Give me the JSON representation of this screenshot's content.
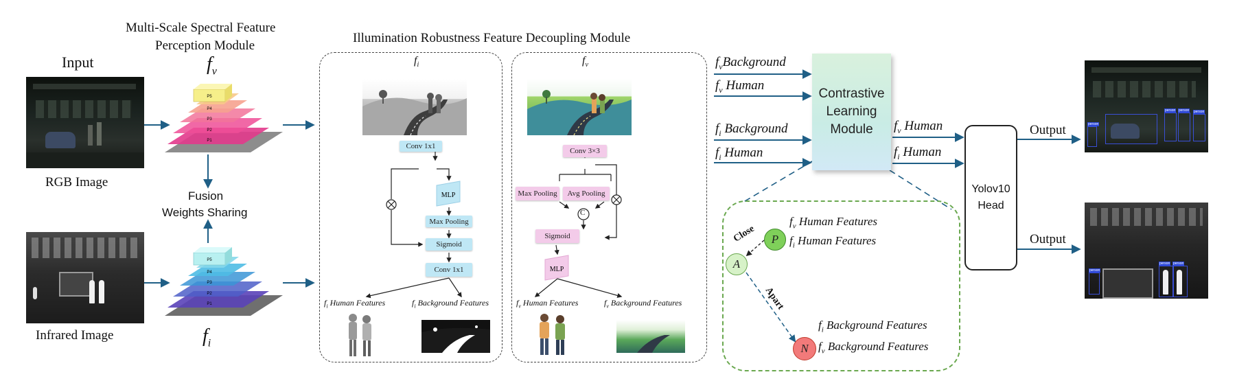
{
  "left": {
    "input_label": "Input",
    "rgb_label": "RGB Image",
    "ir_label": "Infrared Image",
    "module_title_line1": "Multi-Scale Spectral Feature",
    "module_title_line2": "Perception Module",
    "fv_label": "f",
    "fv_sub": "v",
    "fi_label": "f",
    "fi_sub": "i",
    "fusion_line1": "Fusion",
    "fusion_line2": "Weights Sharing",
    "pyramid_levels": [
      "P5",
      "P4",
      "P3",
      "P2",
      "P1"
    ]
  },
  "middle": {
    "title": "Illumination Robustness Feature Decoupling Module",
    "left_panel": {
      "head_label": "f",
      "head_sub": "i",
      "conv_top": "Conv 1x1",
      "mlp": "MLP",
      "max_pool": "Max Pooling",
      "sigmoid": "Sigmoid",
      "conv_bottom": "Conv 1x1",
      "out_human": "Human Features",
      "out_background": "Background Features",
      "out_human_prefix": "f",
      "out_human_sub": "i",
      "out_bg_prefix": "f",
      "out_bg_sub": "i"
    },
    "right_panel": {
      "head_label": "f",
      "head_sub": "v",
      "conv_top": "Conv 3×3",
      "max_pool": "Max Pooling",
      "avg_pool": "Avg Pooling",
      "concat": "C",
      "sigmoid": "Sigmoid",
      "mlp": "MLP",
      "out_human": "Human Features",
      "out_background": "Background Features",
      "out_human_prefix": "f",
      "out_human_sub": "v",
      "out_bg_prefix": "f",
      "out_bg_sub": "v"
    }
  },
  "contrast": {
    "inputs": [
      {
        "f": "f",
        "sub": "v",
        "text": "Background"
      },
      {
        "f": "f",
        "sub": "v",
        "text": "Human"
      },
      {
        "f": "f",
        "sub": "i",
        "text": "Background"
      },
      {
        "f": "f",
        "sub": "i",
        "text": "Human"
      }
    ],
    "module_line1": "Contrastive",
    "module_line2": "Learning",
    "module_line3": "Module",
    "outputs": [
      {
        "f": "f",
        "sub": "v",
        "text": "Human"
      },
      {
        "f": "f",
        "sub": "i",
        "text": "Human"
      }
    ],
    "anchor": "A",
    "positive": "P",
    "negative": "N",
    "close_label": "Close",
    "apart_label": "Apart",
    "p_line1": {
      "f": "f",
      "sub": "v",
      "text": "Human Features"
    },
    "p_line2": {
      "f": "f",
      "sub": "i",
      "text": "Human Features"
    },
    "n_line1": {
      "f": "f",
      "sub": "i",
      "text": "Background Features"
    },
    "n_line2": {
      "f": "f",
      "sub": "v",
      "text": "Background Features"
    }
  },
  "head": {
    "line1": "Yolov10",
    "line2": "Head",
    "output_top": "Output",
    "output_bottom": "Output",
    "detection_tag": "person"
  },
  "colors": {
    "arrow": "#1f5f86",
    "pyramid_rgb_top": "#f6ef8a",
    "pyramid_rgb_bottom": "#e3358f",
    "pyramid_ir_top": "#b8f0f0",
    "pyramid_ir_bottom": "#5a43b8",
    "chip_blue": "#bfe7f5",
    "chip_pink": "#f3cbe9",
    "positive_node": "#7fd05a",
    "negative_node": "#f27a7a",
    "anchor_node": "#d7f2c8",
    "green_dash": "#6aa84f",
    "detection_box": "#3a4fd6"
  }
}
